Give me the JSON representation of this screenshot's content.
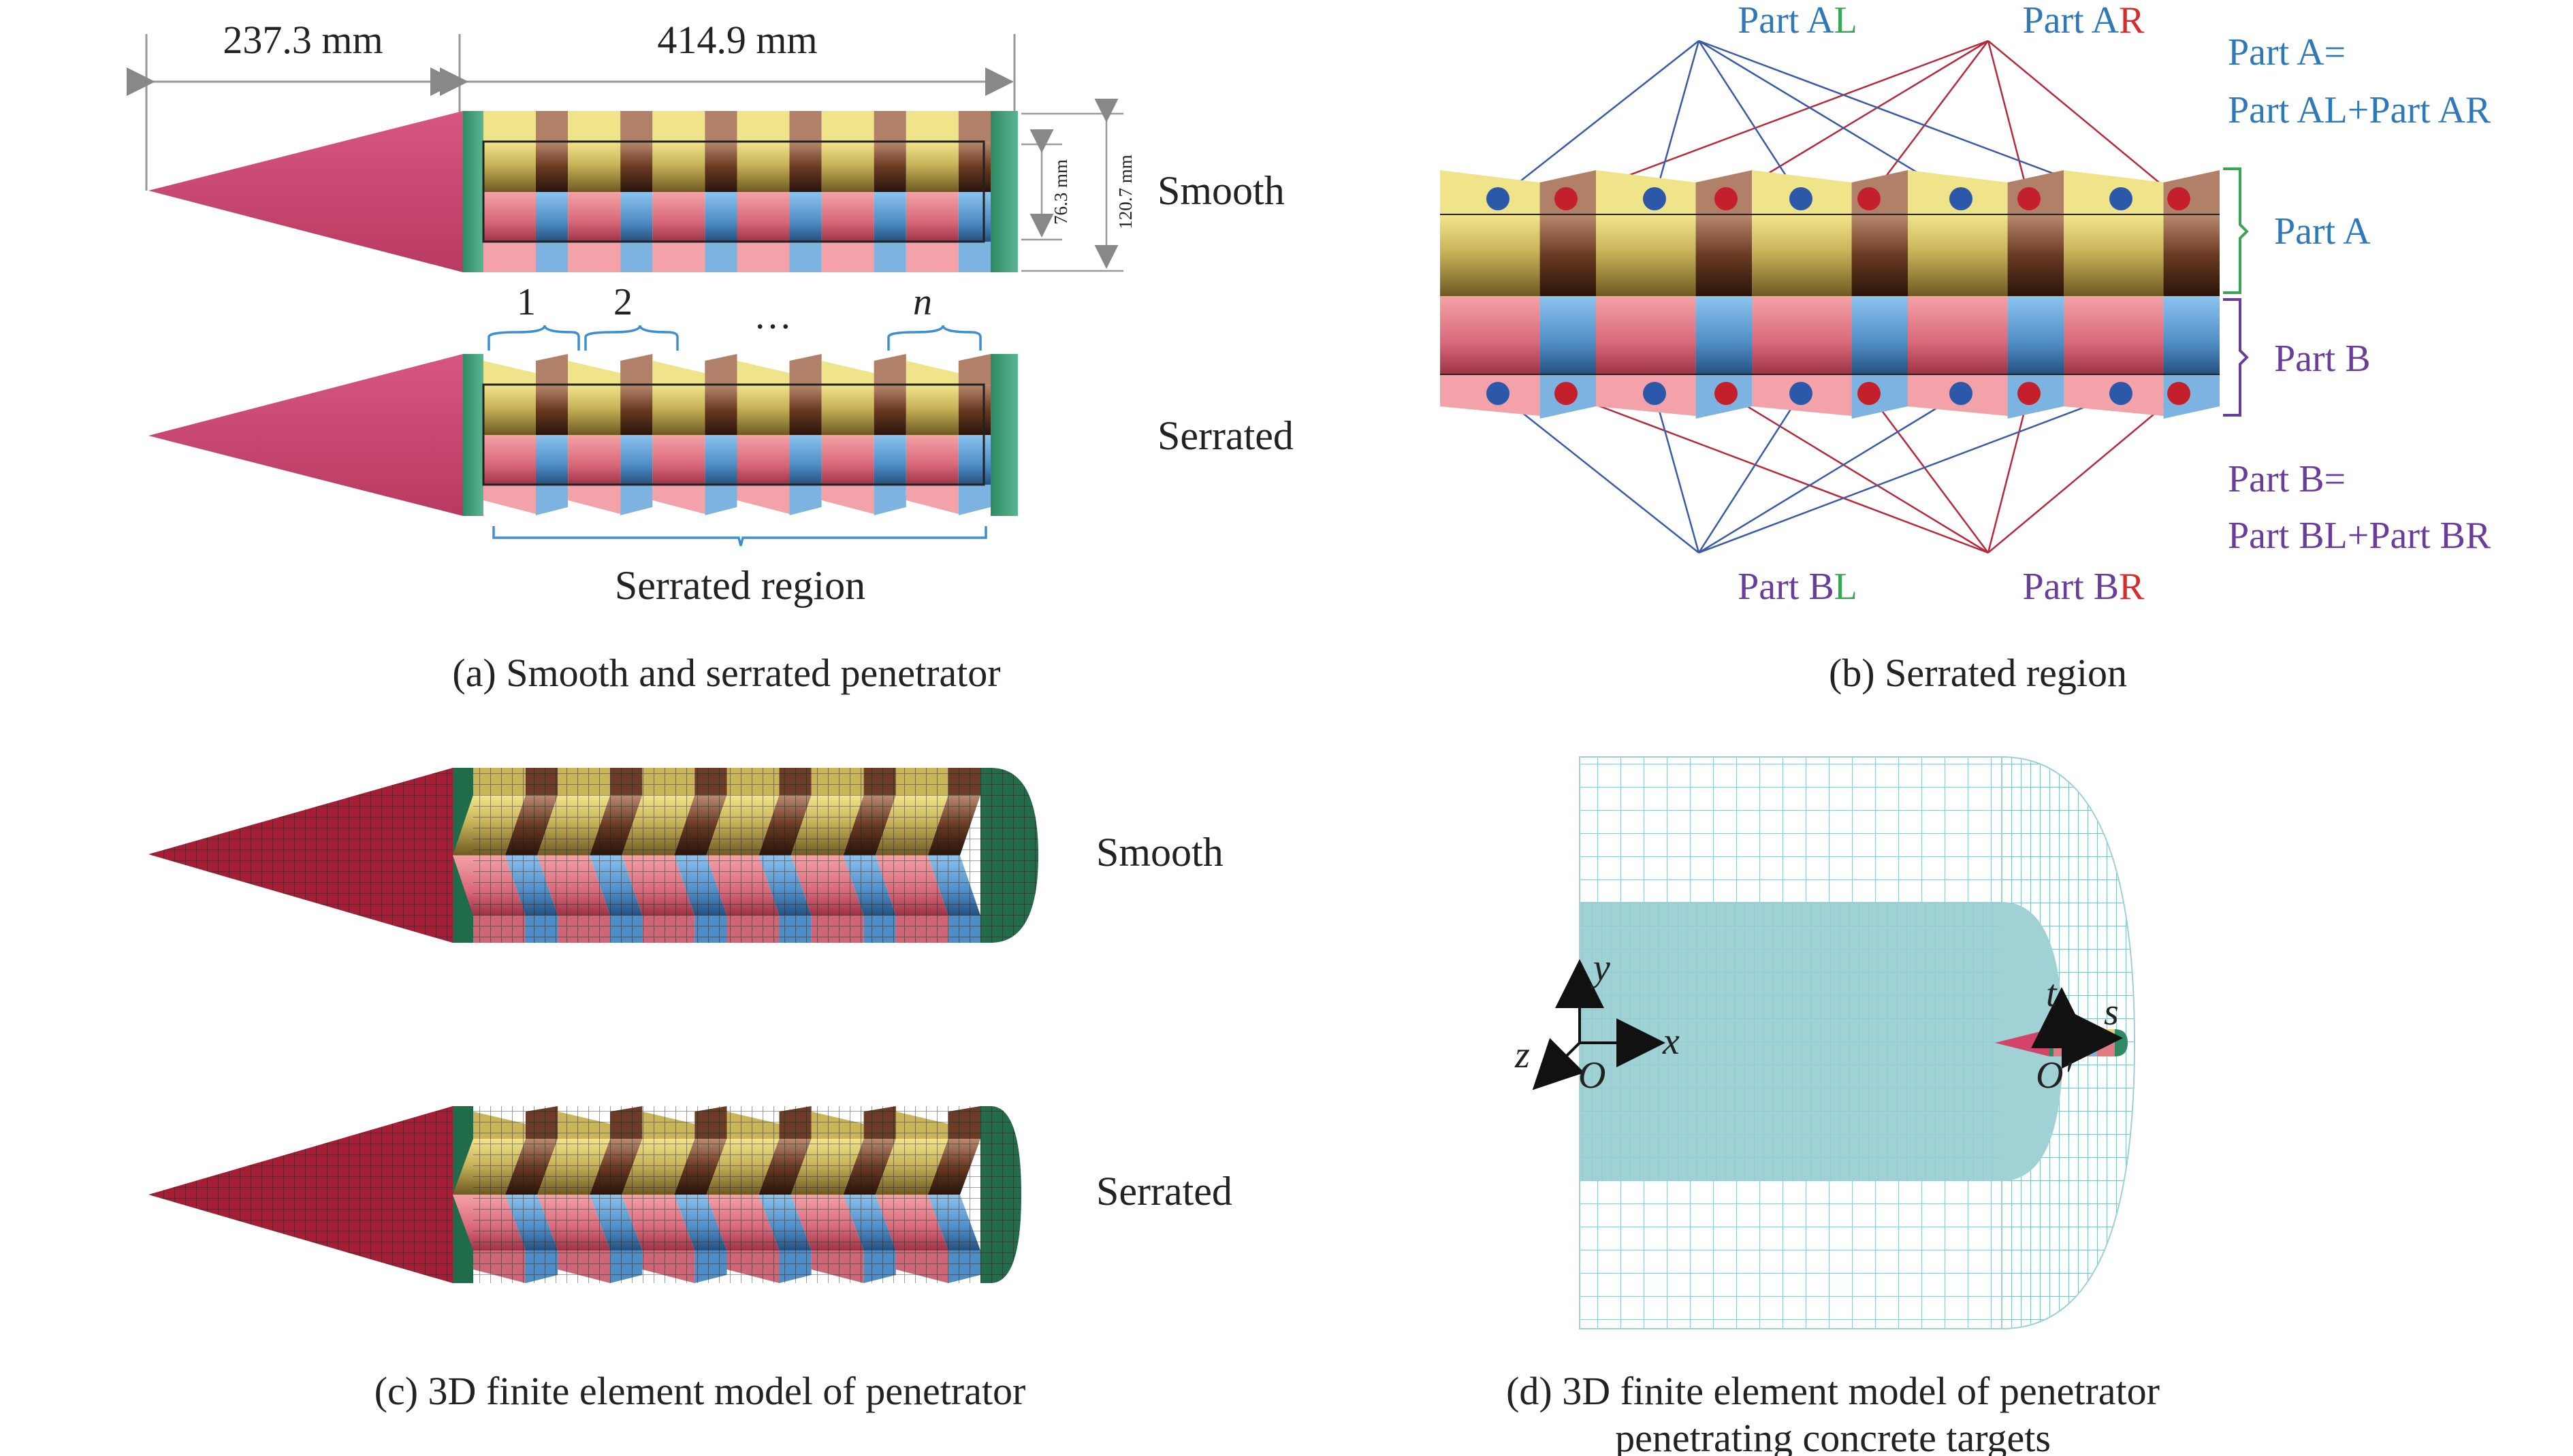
{
  "panel_a": {
    "dim_nose": "237.3 mm",
    "dim_body": "414.9 mm",
    "dim_inner": "76.3 mm",
    "dim_outer": "120.7 mm",
    "label_smooth": "Smooth",
    "label_serrated": "Serrated",
    "seg_1": "1",
    "seg_2": "2",
    "seg_dots": "…",
    "seg_n": "n",
    "region_label": "Serrated region",
    "caption": "(a) Smooth and serrated penetrator"
  },
  "panel_b": {
    "part_al_prefix": "Part A",
    "part_al_suffix": "L",
    "part_ar_prefix": "Part A",
    "part_ar_suffix": "R",
    "part_bl_prefix": "Part B",
    "part_bl_suffix": "L",
    "part_br_prefix": "Part B",
    "part_br_suffix": "R",
    "part_a_def_1": "Part A=",
    "part_a_def_2": "Part AL+Part AR",
    "part_b_def_1": "Part B=",
    "part_b_def_2": "Part BL+Part BR",
    "part_a": "Part A",
    "part_b": "Part B",
    "caption": "(b) Serrated region"
  },
  "panel_c": {
    "label_smooth": "Smooth",
    "label_serrated": "Serrated",
    "caption": "(c) 3D finite element model of penetrator"
  },
  "panel_d": {
    "axis_y": "y",
    "axis_x": "x",
    "axis_z": "z",
    "origin": "O",
    "axis_t": "t",
    "axis_s": "s",
    "origin_prime": "O′",
    "caption_line1": "(d) 3D finite element model of penetrator",
    "caption_line2": "penetrating concrete targets"
  },
  "colors": {
    "nose": "#c9486d",
    "cap": "#4daa88",
    "yellow": "#efe48a",
    "brown": "#a97864",
    "pink": "#f0a4a8",
    "light_blue": "#7db3e0",
    "dot_blue": "#2b58a8",
    "dot_red": "#c4202b",
    "mesh": "#9fcfd4"
  }
}
